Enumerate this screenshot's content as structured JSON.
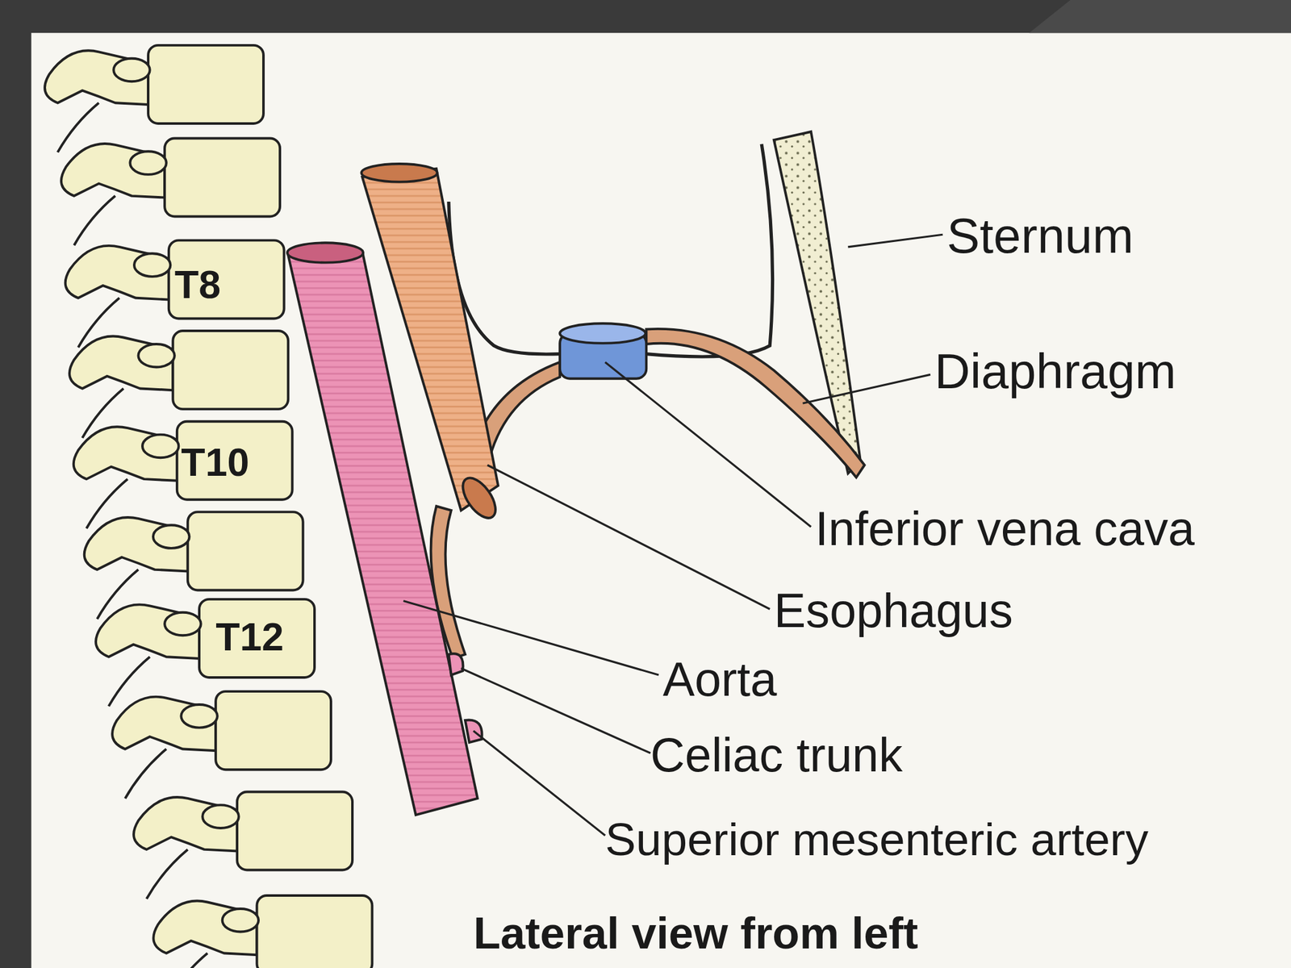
{
  "diagram": {
    "caption": "Lateral view from left",
    "labels": [
      "T8",
      "T10",
      "T12",
      "Sternum",
      "Diaphragm",
      "Inferior vena cava",
      "Esophagus",
      "Aorta",
      "Celiac trunk",
      "Superior mesenteric artery"
    ]
  }
}
